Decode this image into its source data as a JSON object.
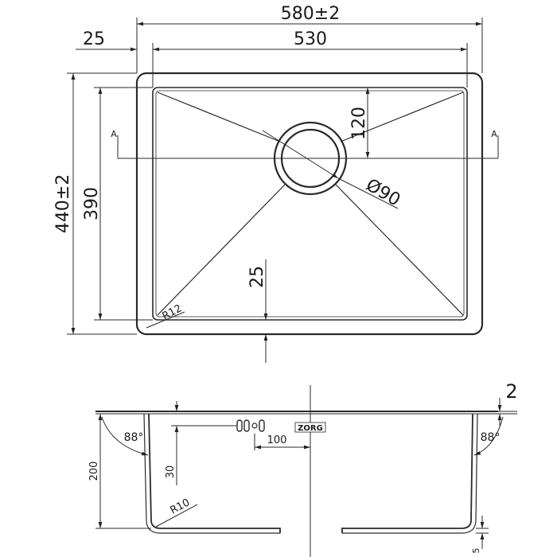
{
  "top_view": {
    "overall_width": "580±2",
    "flange_left": "25",
    "inner_width": "530",
    "overall_height": "440±2",
    "inner_height": "390",
    "drain_offset": "120",
    "drain_diameter": "Ø90",
    "front_offset": "25",
    "corner_radius": "R12",
    "section_left": "A",
    "section_right": "A"
  },
  "side_view": {
    "thickness": "2",
    "angle_left": "88°",
    "angle_right": "88°",
    "depth": "200",
    "overflow_offset": "100",
    "overflow_depth": "30",
    "bottom_radius": "R10",
    "flange_drop": "5",
    "brand_logo": "ZORG"
  }
}
